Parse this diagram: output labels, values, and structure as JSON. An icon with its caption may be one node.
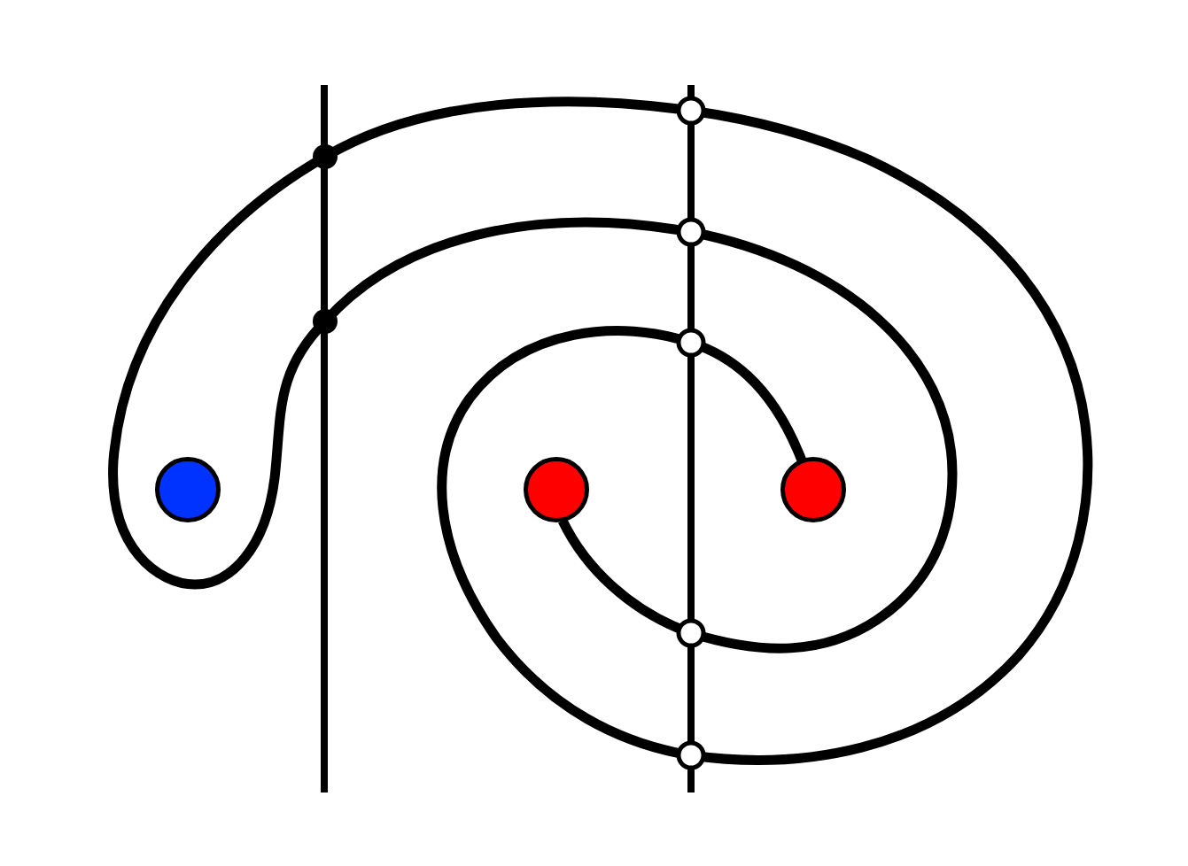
{
  "diagram": {
    "nodes": [
      {
        "text": [],
        "shape": "circle"
      },
      {
        "text": [],
        "shape": "circle"
      },
      {
        "text": [],
        "shape": "circle"
      }
    ],
    "edges": [
      {
        "from": 2,
        "to": 1,
        "arrow": "none"
      }
    ]
  }
}
